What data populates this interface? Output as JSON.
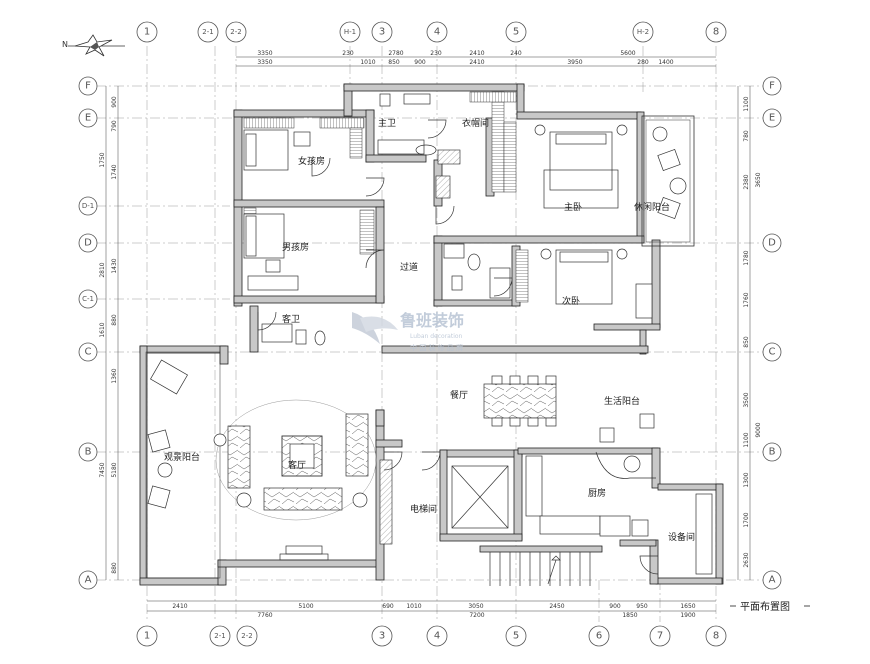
{
  "compass": {
    "label": "N"
  },
  "axes": {
    "top": [
      "1",
      "2-1",
      "2-2",
      "H-1",
      "3",
      "4",
      "5",
      "H-2",
      "8"
    ],
    "bottom": [
      "1",
      "2-1",
      "2-2",
      "3",
      "4",
      "5",
      "6",
      "7",
      "8"
    ],
    "left": [
      "F",
      "E",
      "D-1",
      "D",
      "C-1",
      "C",
      "B",
      "A"
    ],
    "right": [
      "F",
      "E",
      "D",
      "C",
      "B",
      "A"
    ]
  },
  "dimensions": {
    "top_row1": [
      "3350",
      "230",
      "2780",
      "230",
      "2410",
      "240",
      "5600"
    ],
    "top_row2": [
      "3350",
      "1010",
      "850",
      "900",
      "2410",
      "3950",
      "280",
      "1400"
    ],
    "bottom_row1": [
      "2410",
      "5100",
      "690",
      "1010",
      "3050",
      "2450",
      "900",
      "950",
      "1650"
    ],
    "bottom_row2": [
      "7760",
      "7200",
      "1850",
      "1900"
    ],
    "left_outer": [
      "1750",
      "2810",
      "1610",
      "7450"
    ],
    "left_inner": [
      "900",
      "790",
      "1740",
      "1430",
      "880",
      "1360",
      "5180",
      "880"
    ],
    "right_outer": [
      "3650",
      "9000"
    ],
    "right_inner": [
      "1100",
      "780",
      "2380",
      "1780",
      "1760",
      "850",
      "3500",
      "1100",
      "1300",
      "1700",
      "2630"
    ]
  },
  "rooms": {
    "master_bath": "主卫",
    "closet": "衣帽间",
    "girl_room": "女孩房",
    "master_bedroom": "主卧",
    "leisure_balcony": "休闲阳台",
    "boy_room": "男孩房",
    "corridor": "过道",
    "second_bedroom": "次卧",
    "guest_bath": "客卫",
    "dining": "餐厅",
    "utility_balcony": "生活阳台",
    "view_balcony": "观景阳台",
    "living_room": "客厅",
    "elevator_room": "电梯间",
    "kitchen": "厨房",
    "equipment_room": "设备间"
  },
  "watermark": {
    "brand": "鲁班装饰",
    "english": "Luban decoration",
    "slogan": "中 国 装 修 品 牌"
  },
  "caption": "平面布置图"
}
